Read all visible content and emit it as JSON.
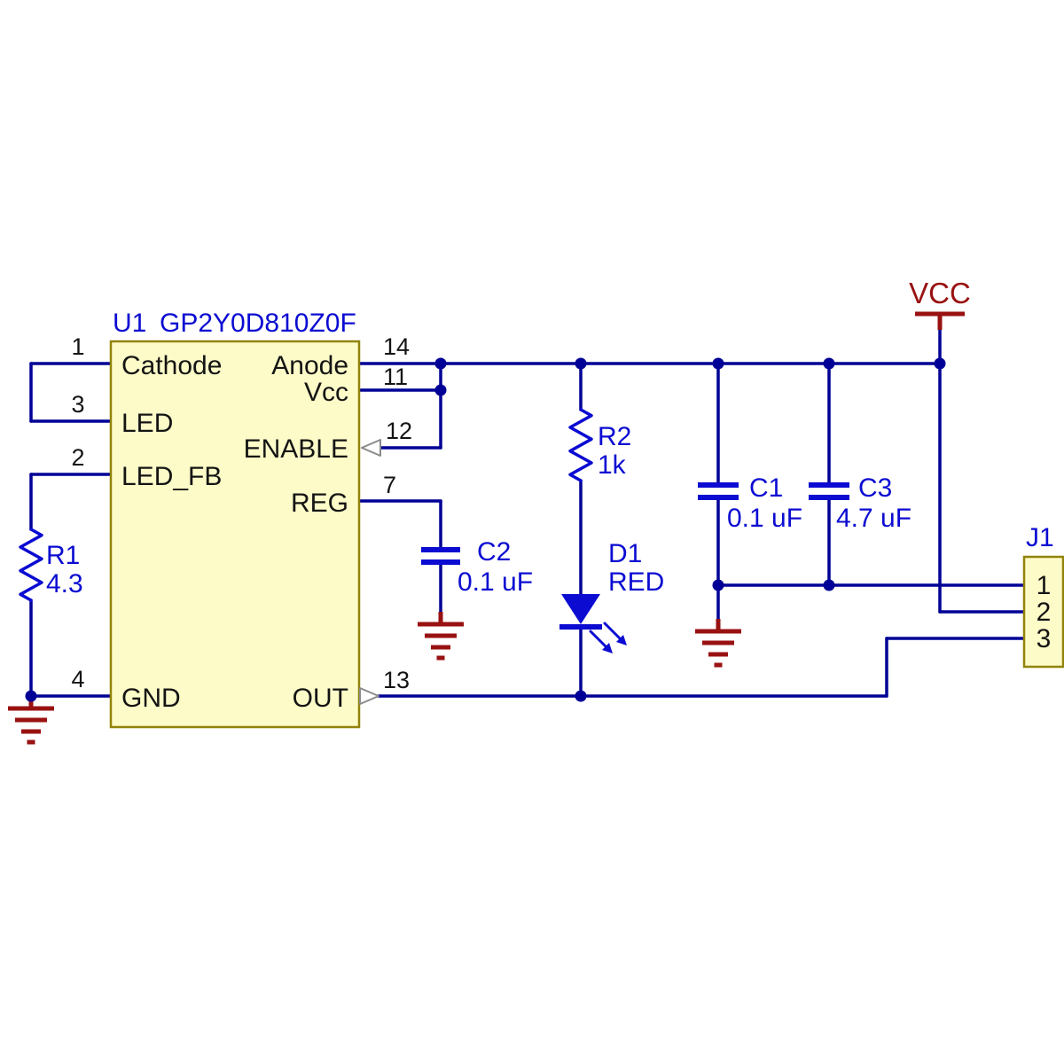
{
  "ic": {
    "designator": "U1",
    "part": "GP2Y0D810Z0F",
    "left_pins": [
      {
        "number": "1",
        "name": "Cathode"
      },
      {
        "number": "3",
        "name": "LED"
      },
      {
        "number": "2",
        "name": "LED_FB"
      },
      {
        "number": "4",
        "name": "GND"
      }
    ],
    "right_pins": [
      {
        "number": "14",
        "name": "Anode"
      },
      {
        "number": "11",
        "name": "Vcc"
      },
      {
        "number": "12",
        "name": "ENABLE"
      },
      {
        "number": "7",
        "name": "REG"
      },
      {
        "number": "13",
        "name": "OUT"
      }
    ]
  },
  "resistors": {
    "r1": {
      "designator": "R1",
      "value": "4.3"
    },
    "r2": {
      "designator": "R2",
      "value": "1k"
    }
  },
  "capacitors": {
    "c1": {
      "designator": "C1",
      "value": "0.1 uF"
    },
    "c2": {
      "designator": "C2",
      "value": "0.1 uF"
    },
    "c3": {
      "designator": "C3",
      "value": "4.7 uF"
    }
  },
  "led": {
    "designator": "D1",
    "value": "RED"
  },
  "connector": {
    "designator": "J1",
    "pins": [
      "1",
      "2",
      "3"
    ]
  },
  "power": {
    "vcc": "VCC"
  },
  "colors": {
    "wire": "#000096",
    "symbol": "#0b0bd2",
    "power_ground": "#991111",
    "ic_fill": "#fdfbc8",
    "ic_border": "#92830a",
    "text": "#141414"
  }
}
